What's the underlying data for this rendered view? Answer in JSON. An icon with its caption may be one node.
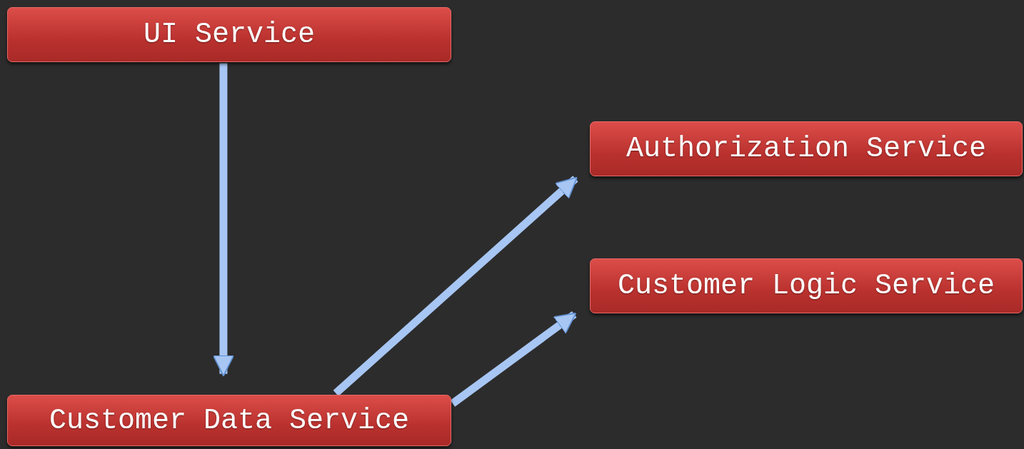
{
  "diagram": {
    "nodes": [
      {
        "text": [
          "UI Service"
        ]
      },
      {
        "text": [
          "Customer Data Service"
        ]
      },
      {
        "text": [
          "Authorization Service"
        ]
      },
      {
        "text": [
          "Customer Logic Service"
        ]
      }
    ],
    "edges": [
      {
        "from": 0,
        "to": 1,
        "arrow": "to"
      },
      {
        "from": 1,
        "to": 2,
        "arrow": "to"
      },
      {
        "from": 1,
        "to": 3,
        "arrow": "to"
      }
    ]
  }
}
